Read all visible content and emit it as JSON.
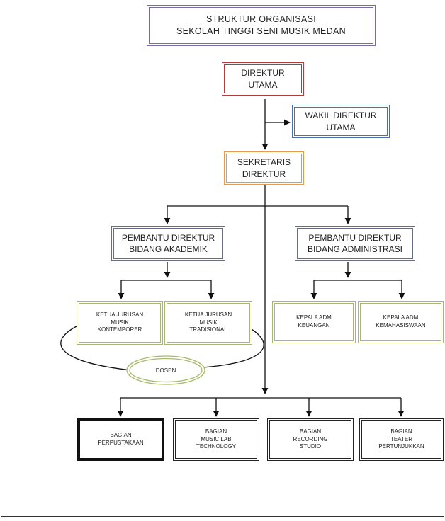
{
  "title": "STRUKTUR  ORGANISASI\nSEKOLAH TINGGI SENI MUSIK MEDAN",
  "direktur": "DIREKTUR\nUTAMA",
  "wakil": "WAKIL DIREKTUR\nUTAMA",
  "sekretaris": "SEKRETARIS\nDIREKTUR",
  "pd_akademik": "PEMBANTU DIREKTUR\nBIDANG AKADEMIK",
  "pd_administrasi": "PEMBANTU DIREKTUR\nBIDANG ADMINISTRASI",
  "kajur_kontemporer": "KETUA JURUSAN\nMUSIK\nKONTEMPORER",
  "kajur_tradisional": "KETUA JURUSAN\nMUSIK\nTRADISIONAL",
  "kepala_keuangan": "KEPALA ADM\nKEUANGAN",
  "kepala_kemahasiswaan": "KEPALA ADM\nKEMAHASISWAAN",
  "dosen": "DOSEN",
  "bagian_perpustakaan": "BAGIAN\nPERPUSTAKAAN",
  "bagian_musiclab": "BAGIAN\nMUSIC LAB\nTECHNOLOGY",
  "bagian_recording": "BAGIAN\nRECORDING\nSTUDIO",
  "bagian_teater": "BAGIAN\nTEATER\nPERTUNJUKKAN"
}
